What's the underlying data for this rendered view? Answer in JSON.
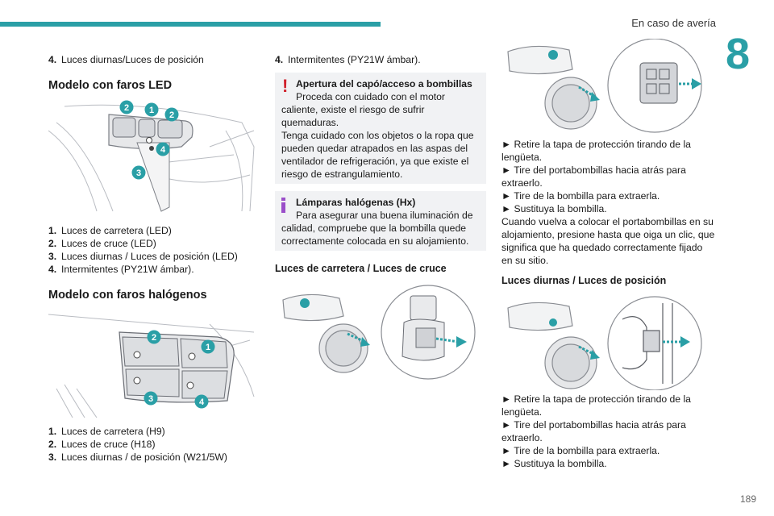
{
  "header": {
    "section": "En caso de avería",
    "chapter": "8",
    "page": "189"
  },
  "col1": {
    "intro_item": {
      "num": "4.",
      "text": "Luces diurnas/Luces de posición"
    },
    "led_heading": "Modelo con faros LED",
    "led_callouts": [
      "2",
      "1",
      "2",
      "4",
      "3"
    ],
    "led_list": [
      {
        "num": "1.",
        "text": "Luces de carretera (LED)"
      },
      {
        "num": "2.",
        "text": "Luces de cruce (LED)"
      },
      {
        "num": "3.",
        "text": "Luces diurnas / Luces de posición (LED)"
      },
      {
        "num": "4.",
        "text": "Intermitentes (PY21W ámbar)."
      }
    ],
    "halogen_heading": "Modelo con faros halógenos",
    "halogen_callouts": [
      "2",
      "1",
      "3",
      "4"
    ],
    "halogen_list": [
      {
        "num": "1.",
        "text": "Luces de carretera (H9)"
      },
      {
        "num": "2.",
        "text": "Luces de cruce (H18)"
      },
      {
        "num": "3.",
        "text": "Luces diurnas / de posición (W21/5W)"
      }
    ]
  },
  "col2": {
    "item4": {
      "num": "4.",
      "text": "Intermitentes (PY21W ámbar)."
    },
    "warning": {
      "title": "Apertura del capó/acceso a bombillas",
      "line1": "Proceda con cuidado con el motor",
      "line2": "caliente, existe el riesgo de sufrir",
      "line3": "quemaduras.",
      "line4": "Tenga cuidado con los objetos o la ropa que",
      "line5": "pueden quedar atrapados en las aspas del",
      "line6": "ventilador de refrigeración, ya que existe el",
      "line7": "riesgo de estrangulamiento."
    },
    "info": {
      "title": "Lámparas halógenas (Hx)",
      "line1": "Para asegurar una buena iluminación de",
      "line2": "calidad, compruebe que la bombilla quede",
      "line3": "correctamente colocada en su alojamiento."
    },
    "beam_heading": "Luces de carretera / Luces de cruce"
  },
  "col3": {
    "steps_a": [
      "► Retire la tapa de protección tirando de la",
      "lengüeta.",
      "► Tire del portabombillas hacia atrás para",
      "extraerlo.",
      "► Tire de la bombilla para extraerla.",
      "► Sustituya la bombilla.",
      "Cuando vuelva a colocar el portabombillas en su",
      "alojamiento, presione hasta que oiga un clic, que",
      "significa que ha quedado correctamente fijado",
      "en su sitio."
    ],
    "drl_heading": "Luces diurnas / Luces de posición",
    "steps_b": [
      "► Retire la tapa de protección tirando de la",
      "lengüeta.",
      "► Tire del portabombillas hacia atrás para",
      "extraerlo.",
      "► Tire de la bombilla para extraerla.",
      "► Sustituya la bombilla."
    ]
  },
  "colors": {
    "accent": "#2a9fa6",
    "warning": "#d0202b",
    "info": "#9a4ec9",
    "box": "#f1f2f4"
  }
}
